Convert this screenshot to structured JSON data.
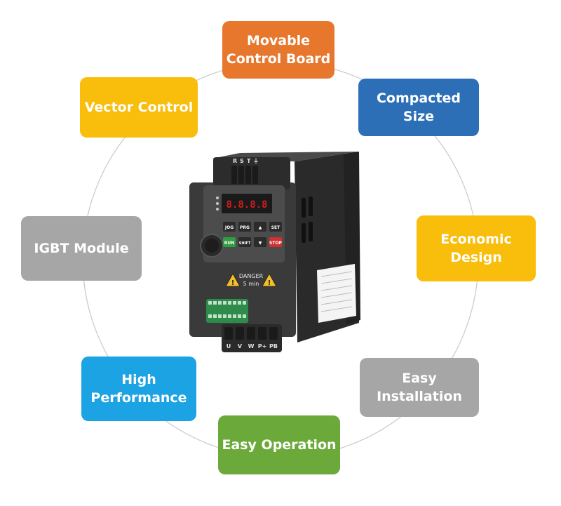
{
  "features": [
    {
      "id": "movable",
      "lines": [
        "Movable",
        "Control Board"
      ],
      "color": "#E8772E"
    },
    {
      "id": "compacted",
      "lines": [
        "Compacted",
        "Size"
      ],
      "color": "#2D6FB7"
    },
    {
      "id": "economic",
      "lines": [
        "Economic",
        "Design"
      ],
      "color": "#F9BD0B"
    },
    {
      "id": "installation",
      "lines": [
        "Easy",
        "Installation"
      ],
      "color": "#A6A6A6"
    },
    {
      "id": "operation",
      "lines": [
        "Easy Operation"
      ],
      "color": "#6BAA3A"
    },
    {
      "id": "performance",
      "lines": [
        "High",
        "Performance"
      ],
      "color": "#1CA3E3"
    },
    {
      "id": "igbt",
      "lines": [
        "IGBT Module"
      ],
      "color": "#A6A6A6"
    },
    {
      "id": "vector",
      "lines": [
        "Vector Control"
      ],
      "color": "#F9BD0B"
    }
  ],
  "device": {
    "top_terminals": [
      "R",
      "S",
      "T",
      "⏚"
    ],
    "bottom_terminals": [
      "U",
      "V",
      "W",
      "P+",
      "PB"
    ],
    "keys_row1": [
      "JOG",
      "PRG",
      "▲",
      "SET"
    ],
    "keys_row2": [
      "RUN",
      "SHIFT",
      "▼",
      "STOP"
    ],
    "display": "8.8.8.8",
    "warning": [
      "DANGER",
      "5 min"
    ]
  }
}
